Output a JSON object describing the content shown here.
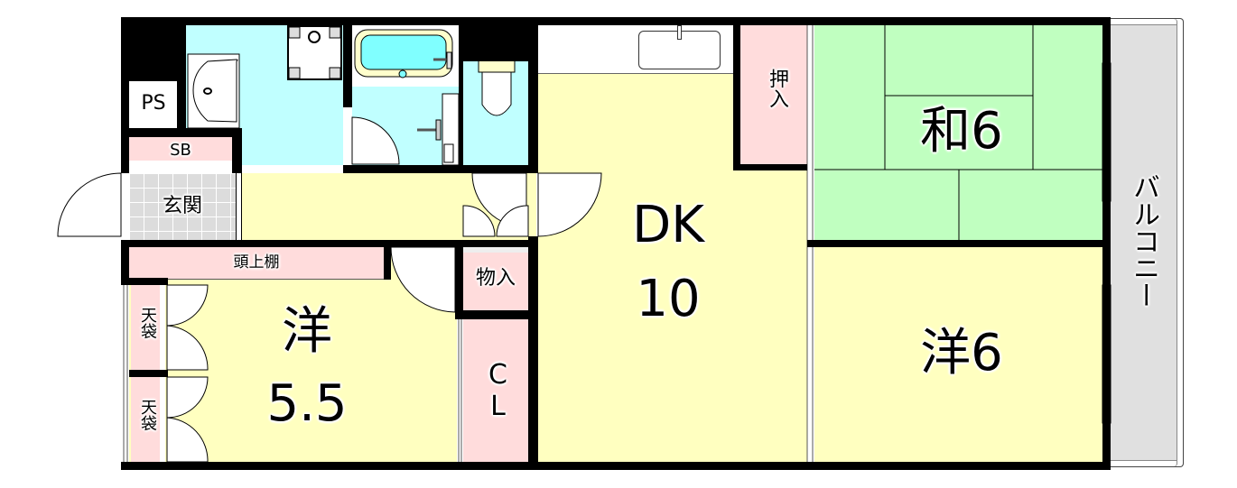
{
  "floorplan": {
    "colors": {
      "wall": "#000000",
      "western_room": "#ffffc0",
      "japanese_room": "#c0ffc0",
      "wet_area": "#c0ffff",
      "storage": "#ffdcdc",
      "entrance": "#dcdcdc",
      "balcony": "#e0e0e0"
    },
    "rooms": {
      "ps": "PS",
      "sb": "SB",
      "genkan": "玄関",
      "overhead_shelf": "頭上棚",
      "tenbukuro_1": "天袋",
      "tenbukuro_2": "天袋",
      "western_55_type": "洋",
      "western_55_size": "5.5",
      "monoire": "物入",
      "cl": "CL",
      "dk_type": "DK",
      "dk_size": "10",
      "oshiire": "押入",
      "japanese_6": "和6",
      "western_6": "洋6",
      "balcony": "バルコニー"
    }
  }
}
